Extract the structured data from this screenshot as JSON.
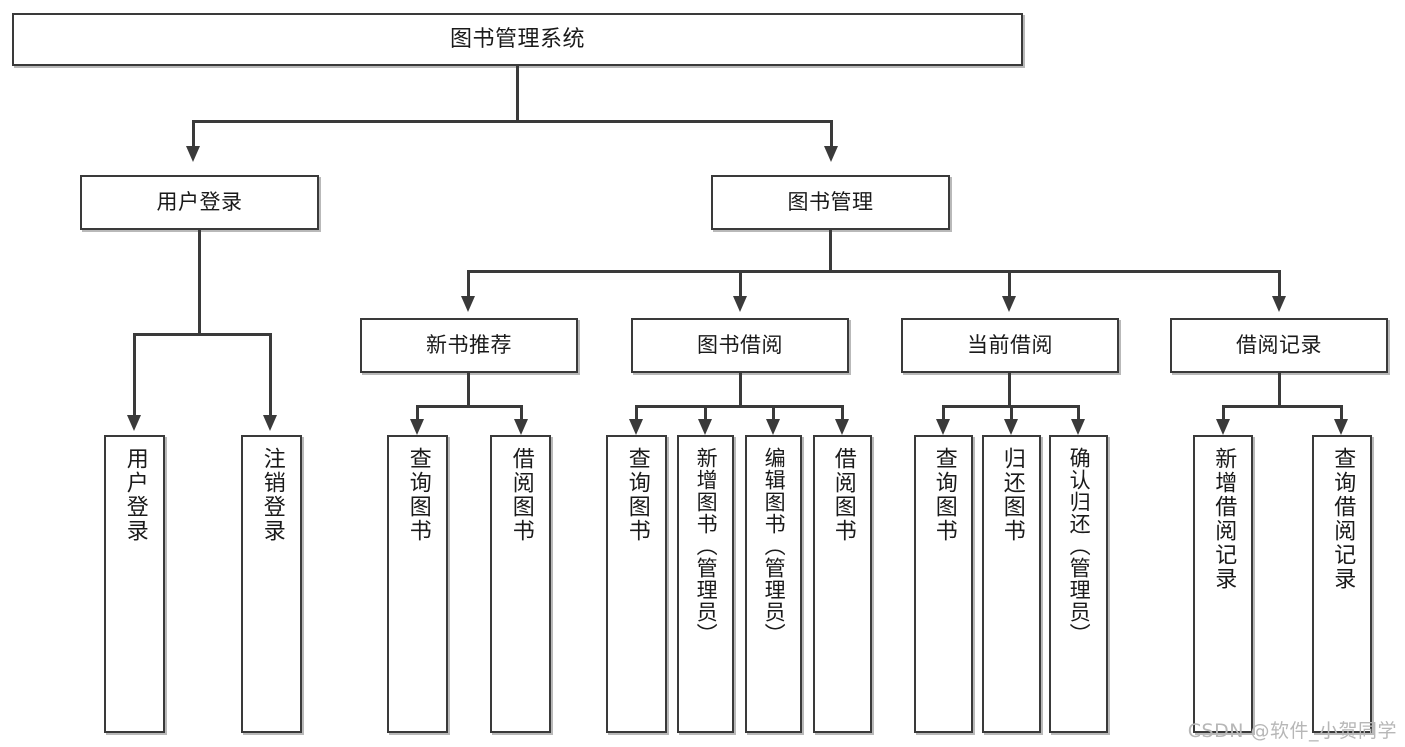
{
  "diagram": {
    "title": "图书管理系统",
    "type": "tree",
    "root": {
      "id": "root",
      "label": "图书管理系统"
    },
    "level2": [
      {
        "id": "user-login",
        "label": "用户登录"
      },
      {
        "id": "book-manage",
        "label": "图书管理"
      }
    ],
    "level3": [
      {
        "id": "new-book-recommend",
        "label": "新书推荐",
        "parent": "book-manage"
      },
      {
        "id": "book-borrow",
        "label": "图书借阅",
        "parent": "book-manage"
      },
      {
        "id": "current-borrow",
        "label": "当前借阅",
        "parent": "book-manage"
      },
      {
        "id": "borrow-record",
        "label": "借阅记录",
        "parent": "book-manage"
      }
    ],
    "leaves": {
      "user_login": [
        {
          "id": "leaf-user-login",
          "label": "用户登录"
        },
        {
          "id": "leaf-user-logout",
          "label": "注销登录"
        }
      ],
      "new_book_recommend": [
        {
          "id": "leaf-query-book-1",
          "label": "查询图书"
        },
        {
          "id": "leaf-borrow-book-1",
          "label": "借阅图书"
        }
      ],
      "book_borrow": [
        {
          "id": "leaf-query-book-2",
          "label": "查询图书"
        },
        {
          "id": "leaf-add-book",
          "label": "新增图书（管理员）"
        },
        {
          "id": "leaf-edit-book",
          "label": "编辑图书（管理员）"
        },
        {
          "id": "leaf-borrow-book-2",
          "label": "借阅图书"
        }
      ],
      "current_borrow": [
        {
          "id": "leaf-query-book-3",
          "label": "查询图书"
        },
        {
          "id": "leaf-return-book",
          "label": "归还图书"
        },
        {
          "id": "leaf-confirm-return",
          "label": "确认归还（管理员）"
        }
      ],
      "borrow_record": [
        {
          "id": "leaf-add-record",
          "label": "新增借阅记录"
        },
        {
          "id": "leaf-query-record",
          "label": "查询借阅记录"
        }
      ]
    }
  },
  "watermark": {
    "text": "CSDN @软件_小贺同学"
  },
  "colors": {
    "stroke": "#3a3a3a",
    "fill": "#ffffff",
    "text": "#1a1a1a",
    "watermark": "#b7b7b7"
  }
}
